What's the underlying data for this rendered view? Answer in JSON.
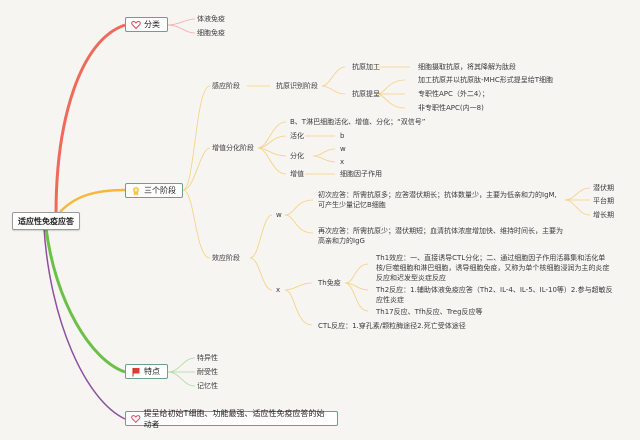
{
  "root": {
    "label": "适应性免疫应答"
  },
  "colors": {
    "branch_red": "#ef6a5a",
    "branch_orange": "#f6b73c",
    "branch_green": "#6cc04a",
    "branch_purple": "#8d4f9e",
    "sub_orange": "#f7cf7f",
    "sub_pink": "#f2a7a5",
    "sub_green": "#a9d99a",
    "node_border": "#6f9d8e"
  },
  "branches": {
    "classification": {
      "label": "分类",
      "icon": "heart-icon",
      "children": [
        "体液免疫",
        "细胞免疫"
      ]
    },
    "stages": {
      "label": "三个阶段",
      "icon": "medal-icon",
      "sensing": {
        "label": "感应阶段",
        "recognition": {
          "label": "抗原识别阶段",
          "processing": {
            "label": "抗原加工",
            "detail": "细胞摄取抗原，将其降解为肽段"
          },
          "presentation": {
            "label": "抗原提呈",
            "children": [
              "加工抗原并以抗原肽-MHC形式提呈给T细胞",
              "专职性APC（外二4）；",
              "非专职性APC(内一8)"
            ]
          }
        }
      },
      "proliferation": {
        "label": "增值分化阶段",
        "summary": "B、T淋巴细胞活化、增值、分化；“双信号”",
        "activation": {
          "label": "活化",
          "child": "b"
        },
        "differentiation": {
          "label": "分化",
          "children": [
            "w",
            "x"
          ]
        },
        "proliferate": {
          "label": "增值",
          "child": "细胞因子作用"
        }
      },
      "effector": {
        "label": "效应阶段",
        "w": {
          "label": "w",
          "primary": "初次应答：所需抗原多；应答潜伏期长；抗体数量少，主要为低亲和力的IgM,可产生少量记忆B细胞",
          "secondary": "再次应答：所需抗原少；潜伏期短；血清抗体浓度增加快、维持时间长，主要为高亲和力的IgG",
          "phases": [
            "潜伏期",
            "平台期",
            "增长期"
          ]
        },
        "x": {
          "label": "x",
          "th": {
            "label": "Th免疫",
            "children": [
              "Th1效应：一、直接诱导CTL分化；二、通过细胞因子作用活募集和活化单核/巨噬细胞和淋巴细胞，诱导细胞免疫，又称为单个核细胞浸润为主的炎症反应和迟发型炎症反应",
              "Th2反应：1.辅助体液免疫应答（Th2、IL-4、IL-5、IL-10等）2.参与超敏反应性炎症",
              "Th17反应、Tfh反应、Treg反应等"
            ]
          },
          "ctl": "CTL反应：1.穿孔素/颗粒酶途径2.死亡受体途径"
        }
      }
    },
    "features": {
      "label": "特点",
      "icon": "flag-icon",
      "children": [
        "特异性",
        "耐受性",
        "记忆性"
      ]
    },
    "initiator": {
      "label": "提呈给初始T细胞、功能最强、适应性免疫应答的始动者",
      "icon": "heart-icon"
    }
  }
}
